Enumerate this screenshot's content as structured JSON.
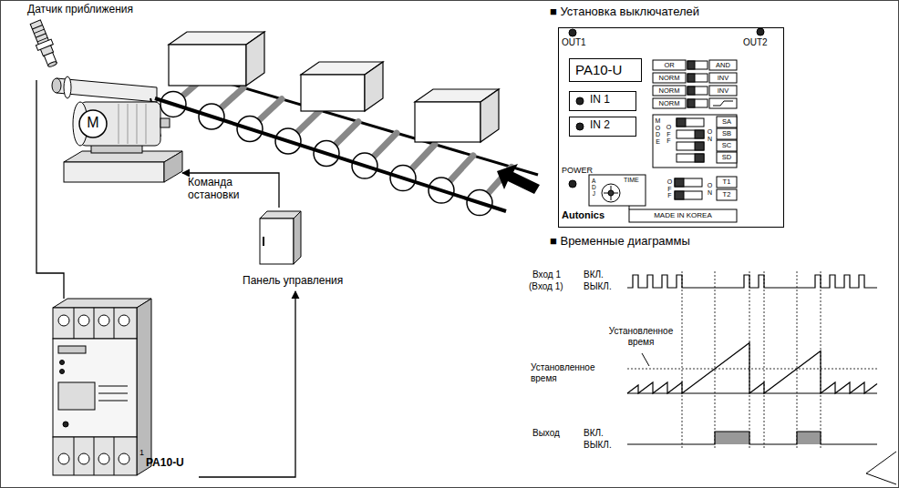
{
  "diagram": {
    "nodes": [
      {
        "text": [
          "Датчик приближения"
        ]
      },
      {
        "text": [
          "M"
        ]
      },
      {
        "text": [
          "Панель управления"
        ]
      },
      {
        "text": [
          "PA10-U"
        ]
      },
      {
        "text": [
          "■ Установка выключателей"
        ]
      },
      {
        "text": [
          "PA10-U"
        ],
        "in": 4
      },
      {
        "text": [
          "IN 1"
        ],
        "in": 4
      },
      {
        "text": [
          "IN 2"
        ],
        "in": 4
      }
    ],
    "edges": [
      {
        "from": 0,
        "to": 3,
        "arrow": "none"
      },
      {
        "from": 2,
        "to": 1,
        "label": "Команда остановки",
        "arrow": "to"
      },
      {
        "from": 3,
        "to": 2,
        "arrow": "to"
      }
    ],
    "labels": [
      "OUT1",
      "OUT2",
      "OR",
      "AND",
      "NORM",
      "INV",
      "NORM",
      "INV",
      "NORM",
      "MODE",
      "OFF",
      "ON",
      "SA",
      "SB",
      "SC",
      "SD",
      "POWER",
      "ADJ",
      "TIME",
      "OFF",
      "ON",
      "T1",
      "T2",
      "Autonics",
      "MADE IN KOREA",
      "■ Временные диаграммы",
      "Вход 1",
      "(Вход 1)",
      "ВКЛ.",
      "ВЫКЛ.",
      "Установленное время",
      "Установленное время",
      "Выход",
      "ВКЛ.",
      "ВЫКЛ.",
      "1"
    ]
  }
}
